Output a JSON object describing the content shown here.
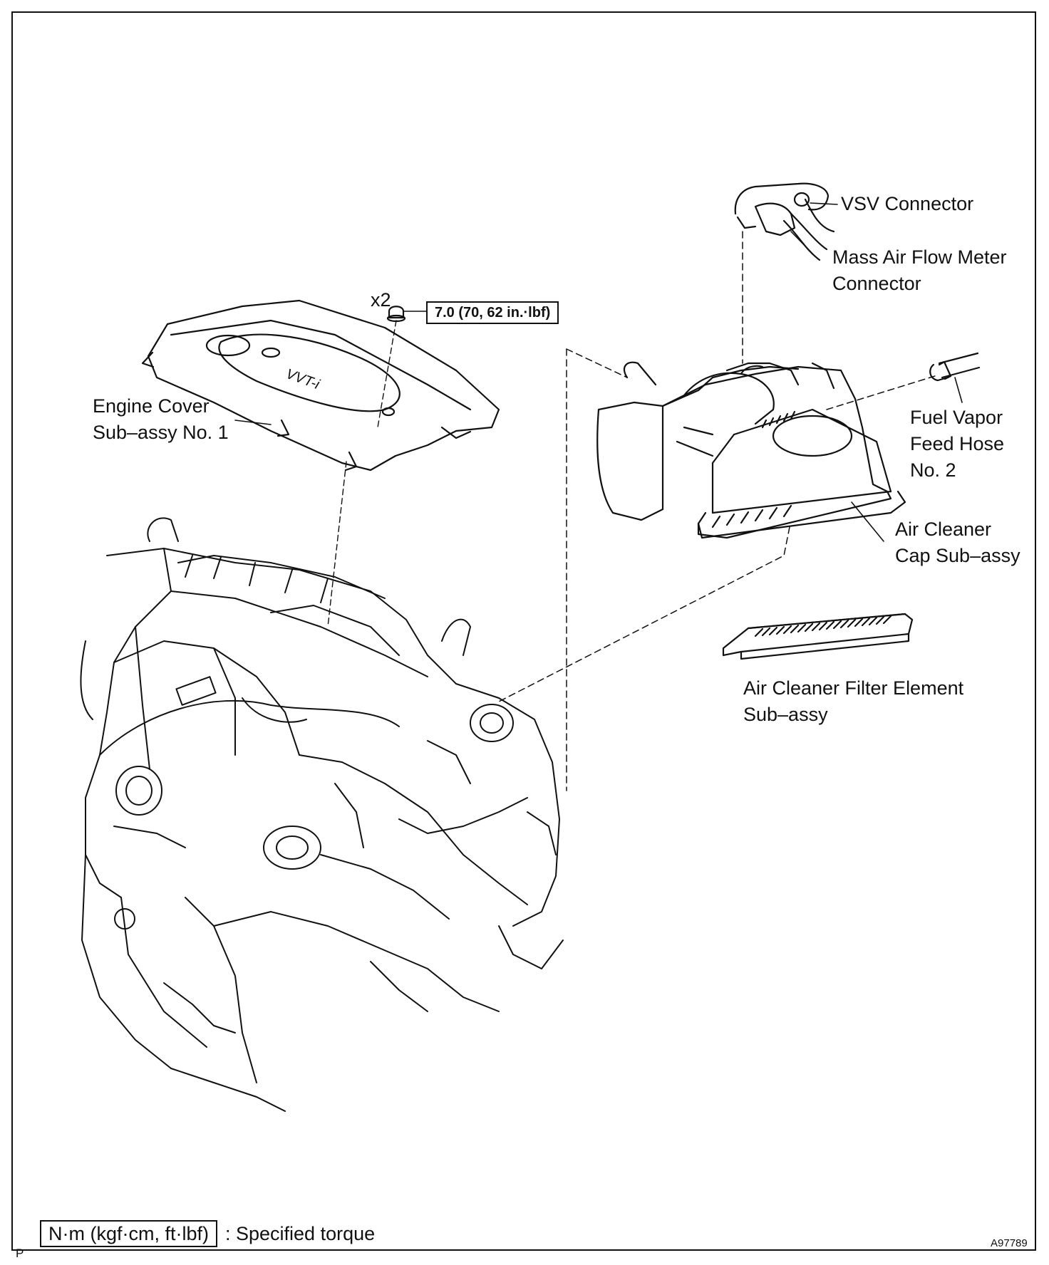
{
  "labels": {
    "vsv_connector": "VSV Connector",
    "maf_connector_line1": "Mass Air Flow Meter",
    "maf_connector_line2": "Connector",
    "engine_cover_line1": "Engine Cover",
    "engine_cover_line2": "Sub–assy No. 1",
    "fuel_vapor_line1": "Fuel Vapor",
    "fuel_vapor_line2": "Feed Hose",
    "fuel_vapor_line3": "No. 2",
    "air_cleaner_cap_line1": "Air Cleaner",
    "air_cleaner_cap_line2": "Cap Sub–assy",
    "filter_element_line1": "Air Cleaner Filter Element",
    "filter_element_line2": "Sub–assy"
  },
  "fastener": {
    "quantity": "x2",
    "torque": "7.0 (70, 62 in.·lbf)"
  },
  "legend": {
    "units": "N·m (kgf·cm, ft·lbf)",
    "description": ": Specified torque"
  },
  "corner": {
    "left": "P",
    "figure_id": "A97789"
  },
  "colors": {
    "line": "#111111",
    "background": "#ffffff"
  }
}
